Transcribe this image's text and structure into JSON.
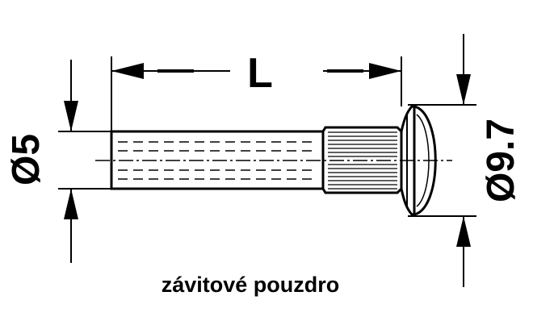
{
  "dimensions": {
    "length_label": "L",
    "shaft_diameter_label": "Ø5",
    "head_diameter_label": "Ø9.7"
  },
  "caption": "závitové pouzdro",
  "colors": {
    "line": "#000000",
    "background": "#ffffff"
  }
}
